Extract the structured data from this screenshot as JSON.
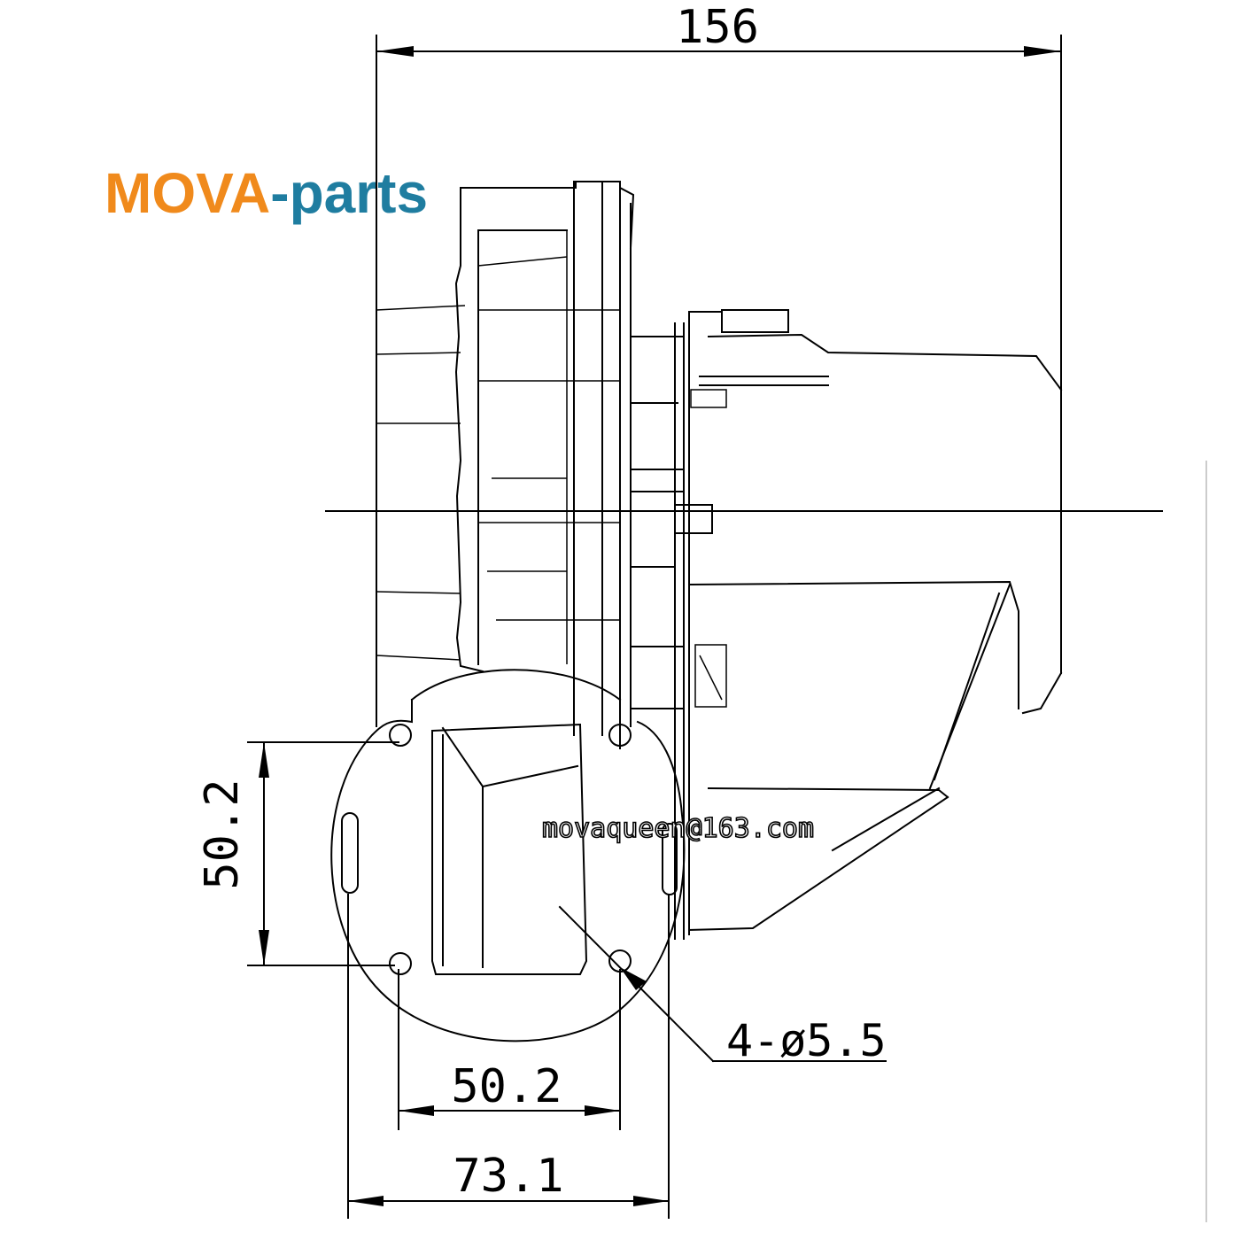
{
  "logo": {
    "brand_part": "MOVA",
    "suffix_part": "-parts",
    "brand_color": "#f08a1c",
    "suffix_color": "#1f7da0"
  },
  "watermark": {
    "email": "movaqueen@163.com"
  },
  "dimensions": {
    "overall_width": "156",
    "flange_height": "50.2",
    "hole_spacing_width": "50.2",
    "flange_width": "73.1",
    "hole_callout": "4-ø5.5"
  },
  "colors": {
    "line": "#000000",
    "background": "#ffffff"
  }
}
